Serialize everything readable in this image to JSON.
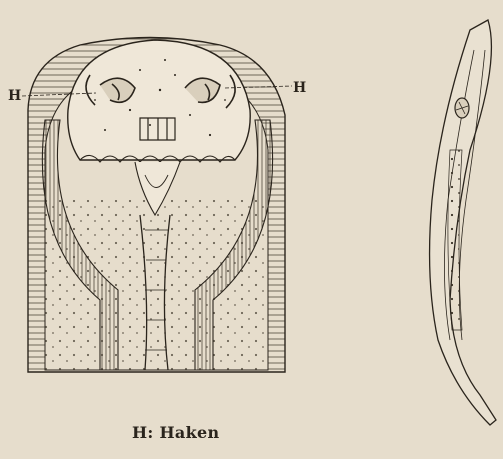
{
  "labels": {
    "hook_left": "H",
    "hook_right": "H"
  },
  "caption": "H: Haken",
  "colors": {
    "paper": "#e6ddcc",
    "ink": "#2a241c"
  }
}
